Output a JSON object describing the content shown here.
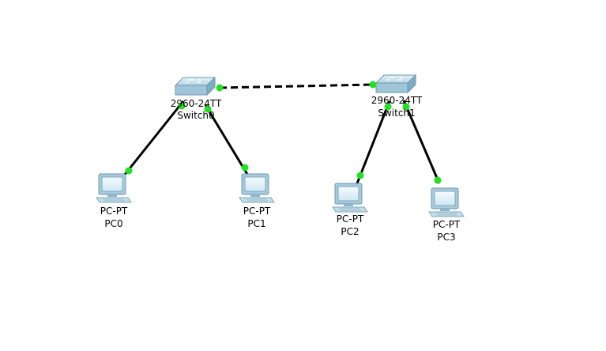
{
  "devices": {
    "switch0": {
      "model": "2960-24TT",
      "name": "Switch0"
    },
    "switch1": {
      "model": "2960-24TT",
      "name": "Switch1"
    },
    "pc0": {
      "model": "PC-PT",
      "name": "PC0"
    },
    "pc1": {
      "model": "PC-PT",
      "name": "PC1"
    },
    "pc2": {
      "model": "PC-PT",
      "name": "PC2"
    },
    "pc3": {
      "model": "PC-PT",
      "name": "PC3"
    }
  },
  "links": [
    {
      "from": "switch0",
      "to": "switch1",
      "type": "crossover",
      "style": "dashed"
    },
    {
      "from": "switch0",
      "to": "pc0",
      "type": "straight-through",
      "style": "solid"
    },
    {
      "from": "switch0",
      "to": "pc1",
      "type": "straight-through",
      "style": "solid"
    },
    {
      "from": "switch1",
      "to": "pc2",
      "type": "straight-through",
      "style": "solid"
    },
    {
      "from": "switch1",
      "to": "pc3",
      "type": "straight-through",
      "style": "solid"
    }
  ],
  "colors": {
    "link": "#000000",
    "link_up_dot": "#22e022",
    "switch_body": "#a9cfe0",
    "pc_body": "#b8d6e6"
  }
}
